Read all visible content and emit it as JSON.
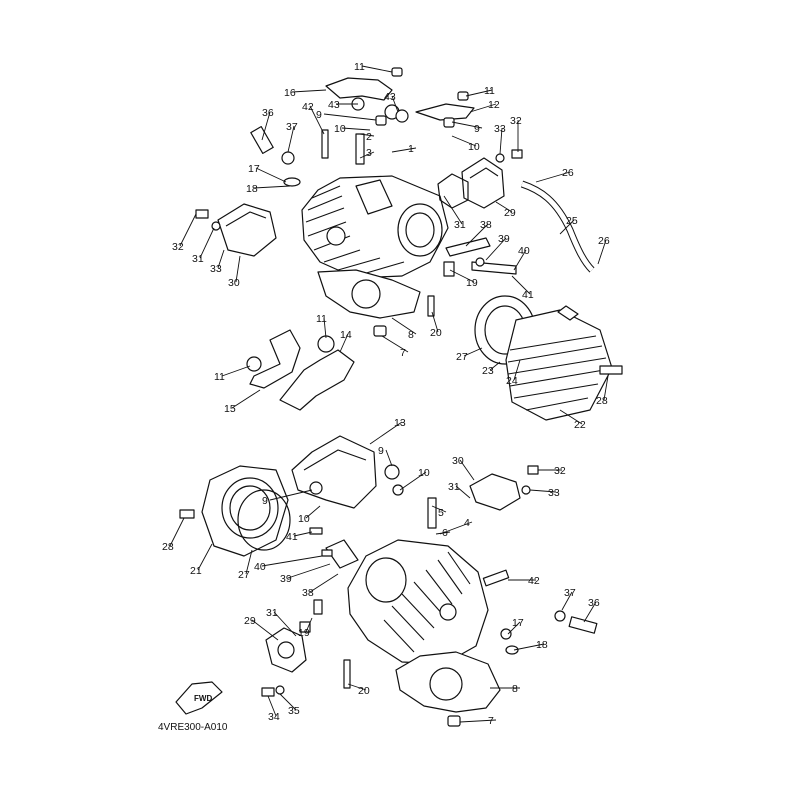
{
  "diagram_code": "4VRE300-A010",
  "fwd_label": "FWD",
  "callouts": [
    {
      "id": "c1",
      "label": "11"
    },
    {
      "id": "c2",
      "label": "16"
    },
    {
      "id": "c3",
      "label": "43"
    },
    {
      "id": "c4",
      "label": "43"
    },
    {
      "id": "c5",
      "label": "11"
    },
    {
      "id": "c6",
      "label": "12"
    },
    {
      "id": "c7",
      "label": "42"
    },
    {
      "id": "c8",
      "label": "9"
    },
    {
      "id": "c9",
      "label": "9"
    },
    {
      "id": "c10",
      "label": "36"
    },
    {
      "id": "c11",
      "label": "37"
    },
    {
      "id": "c12",
      "label": "10"
    },
    {
      "id": "c13",
      "label": "2"
    },
    {
      "id": "c14",
      "label": "3"
    },
    {
      "id": "c15",
      "label": "1"
    },
    {
      "id": "c16",
      "label": "10"
    },
    {
      "id": "c17",
      "label": "33"
    },
    {
      "id": "c18",
      "label": "32"
    },
    {
      "id": "c19",
      "label": "17"
    },
    {
      "id": "c20",
      "label": "18"
    },
    {
      "id": "c21",
      "label": "26"
    },
    {
      "id": "c22",
      "label": "29"
    },
    {
      "id": "c23",
      "label": "31"
    },
    {
      "id": "c24",
      "label": "25"
    },
    {
      "id": "c25",
      "label": "38"
    },
    {
      "id": "c26",
      "label": "39"
    },
    {
      "id": "c27",
      "label": "26"
    },
    {
      "id": "c28",
      "label": "40"
    },
    {
      "id": "c29",
      "label": "32"
    },
    {
      "id": "c30",
      "label": "33"
    },
    {
      "id": "c31",
      "label": "30"
    },
    {
      "id": "c32",
      "label": "31"
    },
    {
      "id": "c33",
      "label": "19"
    },
    {
      "id": "c34",
      "label": "41"
    },
    {
      "id": "c35",
      "label": "20"
    },
    {
      "id": "c36",
      "label": "8"
    },
    {
      "id": "c37",
      "label": "7"
    },
    {
      "id": "c38",
      "label": "11"
    },
    {
      "id": "c39",
      "label": "14"
    },
    {
      "id": "c40",
      "label": "27"
    },
    {
      "id": "c41",
      "label": "23"
    },
    {
      "id": "c42",
      "label": "24"
    },
    {
      "id": "c43",
      "label": "11"
    },
    {
      "id": "c44",
      "label": "15"
    },
    {
      "id": "c45",
      "label": "28"
    },
    {
      "id": "c46",
      "label": "22"
    },
    {
      "id": "c47",
      "label": "13"
    },
    {
      "id": "c48",
      "label": "9"
    },
    {
      "id": "c49",
      "label": "30"
    },
    {
      "id": "c50",
      "label": "32"
    },
    {
      "id": "c51",
      "label": "10"
    },
    {
      "id": "c52",
      "label": "31"
    },
    {
      "id": "c53",
      "label": "33"
    },
    {
      "id": "c54",
      "label": "9"
    },
    {
      "id": "c55",
      "label": "10"
    },
    {
      "id": "c56",
      "label": "5"
    },
    {
      "id": "c57",
      "label": "4"
    },
    {
      "id": "c58",
      "label": "6"
    },
    {
      "id": "c59",
      "label": "28"
    },
    {
      "id": "c60",
      "label": "41"
    },
    {
      "id": "c61",
      "label": "21"
    },
    {
      "id": "c62",
      "label": "27"
    },
    {
      "id": "c63",
      "label": "40"
    },
    {
      "id": "c64",
      "label": "39"
    },
    {
      "id": "c65",
      "label": "38"
    },
    {
      "id": "c66",
      "label": "42"
    },
    {
      "id": "c67",
      "label": "37"
    },
    {
      "id": "c68",
      "label": "36"
    },
    {
      "id": "c69",
      "label": "29"
    },
    {
      "id": "c70",
      "label": "31"
    },
    {
      "id": "c71",
      "label": "17"
    },
    {
      "id": "c72",
      "label": "19"
    },
    {
      "id": "c73",
      "label": "18"
    },
    {
      "id": "c74",
      "label": "20"
    },
    {
      "id": "c75",
      "label": "8"
    },
    {
      "id": "c76",
      "label": "34"
    },
    {
      "id": "c77",
      "label": "35"
    },
    {
      "id": "c78",
      "label": "7"
    }
  ]
}
